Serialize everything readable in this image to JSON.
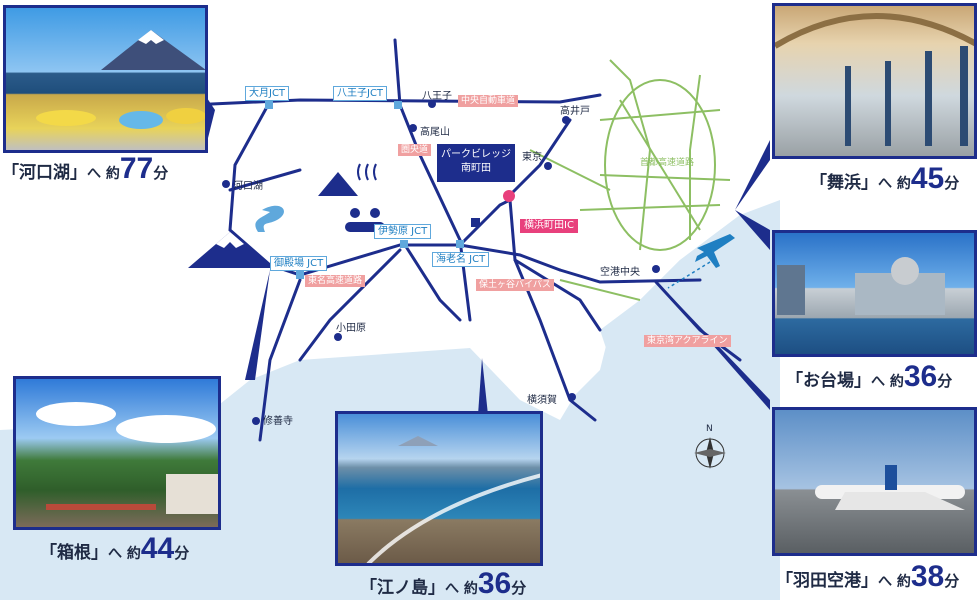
{
  "destinations": {
    "kawaguchiko": {
      "place": "「河口湖」",
      "verb": "へ 約",
      "minutes": "77",
      "unit": "分"
    },
    "maihama": {
      "place": "「舞浜」",
      "verb": "へ 約",
      "minutes": "45",
      "unit": "分"
    },
    "odaiba": {
      "place": "「お台場」",
      "verb": "へ 約",
      "minutes": "36",
      "unit": "分"
    },
    "hakone": {
      "place": "「箱根」",
      "verb": "へ 約",
      "minutes": "44",
      "unit": "分"
    },
    "enoshima": {
      "place": "「江ノ島」",
      "verb": "へ 約",
      "minutes": "36",
      "unit": "分"
    },
    "haneda": {
      "place": "「羽田空港」",
      "verb": "へ 約",
      "minutes": "38",
      "unit": "分"
    }
  },
  "junctions": {
    "otsuki": "大月JCT",
    "hachioji": "八王子JCT",
    "isehara": "伊勢原 JCT",
    "gotemba": "御殿場 JCT",
    "ebina": "海老名 JCT"
  },
  "highways": {
    "chuo_expressway": "中央自動車道",
    "ken_o": "圏央道",
    "tomei": "東名高速道路",
    "hodogaya": "保土ヶ谷バイパス",
    "aqualine": "東京湾アクアライン",
    "shuto": "首都高速道路"
  },
  "places": {
    "hachioji": "八王子",
    "takaido": "高井戸",
    "takaosan": "高尾山",
    "tokyo": "東京",
    "kawaguchiko": "河口湖",
    "odawara": "小田原",
    "shuzenji": "修善寺",
    "kuko_chuo": "空港中央",
    "yokosuka": "横須賀"
  },
  "site": {
    "line1": "パークビレッジ",
    "line2": "南町田"
  },
  "ic": "横浜町田IC",
  "compass": "N",
  "colors": {
    "route": "#1d2d8c",
    "water": "#d8e8f4",
    "shuto": "#8dbf63",
    "highway_tag": "#f0a0a0",
    "jct": "#5fa8dc",
    "ic": "#e8407c"
  }
}
